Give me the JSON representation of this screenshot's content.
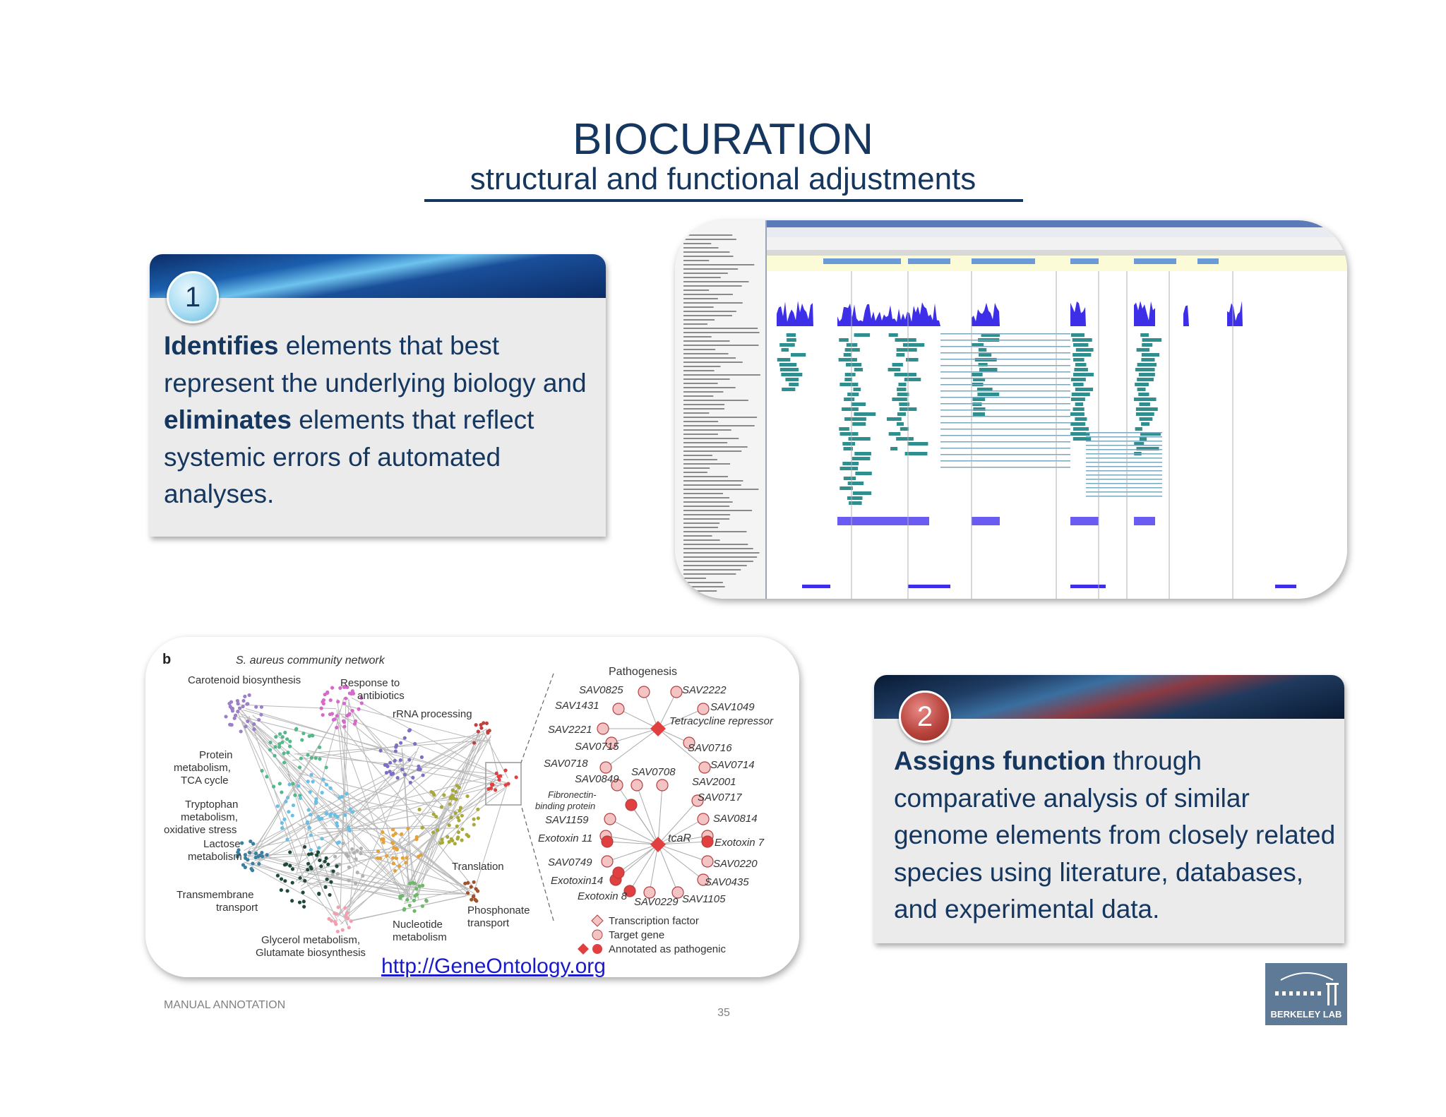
{
  "header": {
    "title": "BIOCURATION",
    "subtitle": "structural and functional adjustments"
  },
  "card1": {
    "number": "1",
    "bold1": "Identifies",
    "text1": " elements that best represent the underlying biology and ",
    "bold2": "eliminates",
    "text2": " elements that reflect systemic errors of automated analyses."
  },
  "card2": {
    "number": "2",
    "bold1": "Assigns function",
    "text1": " through comparative analysis of similar genome elements from closely related species using literature, databases, and experimental data."
  },
  "network": {
    "panel_letter": "b",
    "title": "S. aureus community network",
    "clusters": {
      "carotenoid": "Carotenoid biosynthesis",
      "response1": "Response to",
      "response2": "antibiotics",
      "rrna": "rRNA processing",
      "protein1": "Protein",
      "protein2": "metabolism,",
      "protein3": "TCA cycle",
      "tryp1": "Tryptophan",
      "tryp2": "metabolism,",
      "tryp3": "oxidative stress",
      "lactose1": "Lactose",
      "lactose2": "metabolism",
      "transmembrane1": "Transmembrane",
      "transmembrane2": "transport",
      "translation": "Translation",
      "glycerol1": "Glycerol metabolism,",
      "glycerol2": "Glutamate biosynthesis",
      "nucleotide1": "Nucleotide",
      "nucleotide2": "metabolism",
      "phosphonate1": "Phosphonate",
      "phosphonate2": "transport"
    },
    "pathogenesis": "Pathogenesis",
    "hub_tet": "Tetracycline repressor",
    "hub_tcar": "tcaR",
    "fibronectin1": "Fibronectin-",
    "fibronectin2": "binding protein",
    "left_genes": [
      "SAV0825",
      "SAV1431",
      "SAV2221",
      "SAV0715",
      "SAV0718",
      "SAV0849",
      "SAV1159",
      "Exotoxin 11",
      "SAV0749",
      "Exotoxin14",
      "Exotoxin 8"
    ],
    "right_genes": [
      "SAV2222",
      "SAV1049",
      "SAV0716",
      "SAV0714",
      "SAV2001",
      "SAV0717",
      "SAV0814",
      "Exotoxin 7",
      "SAV0220",
      "SAV0435",
      "SAV1105"
    ],
    "mid_genes": [
      "SAV0708",
      "SAV0229"
    ],
    "legend": [
      "Transcription factor",
      "Target gene",
      "Annotated as pathogenic"
    ]
  },
  "link": "http://GeneOntology.org",
  "footer": {
    "left": "MANUAL ANNOTATION",
    "page": "35",
    "logo": "BERKELEY LAB"
  },
  "colors": {
    "title": "#14365f",
    "card_bg": "#ebebeb",
    "link": "#1a1acc",
    "read_blue": "#3d2fe8",
    "read_teal": "#2f8f8f"
  }
}
